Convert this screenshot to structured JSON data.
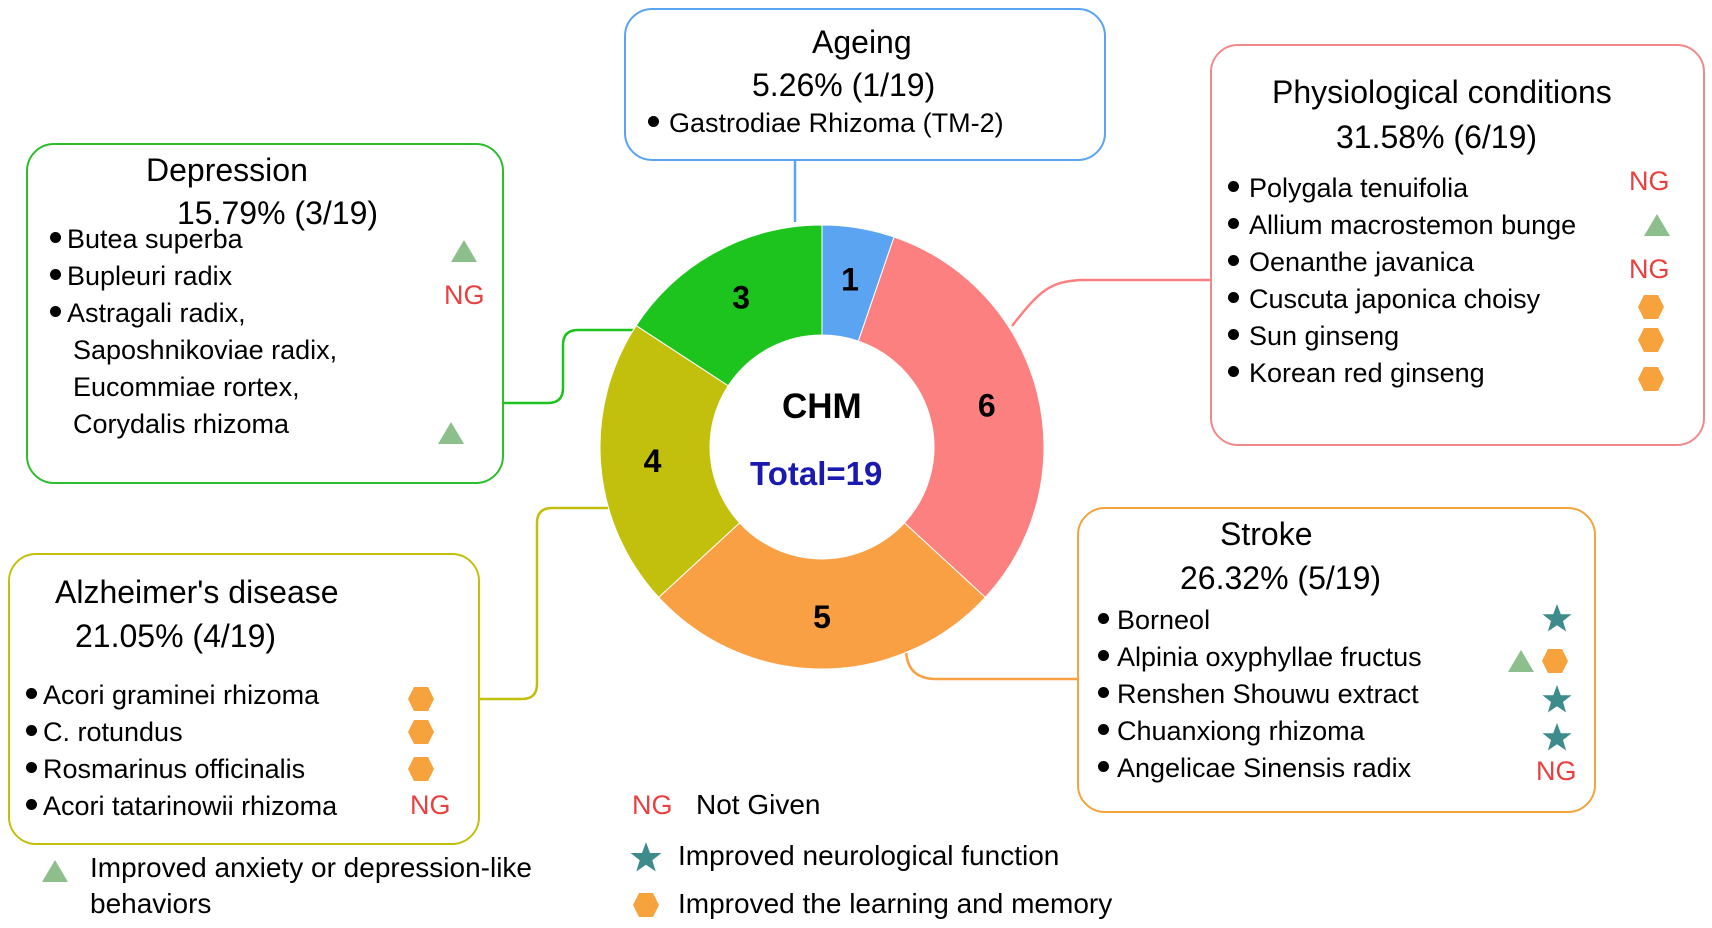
{
  "chart_data": {
    "type": "pie",
    "title": "CHM",
    "subtitle": "Total=19",
    "slices": [
      {
        "name": "Ageing",
        "value": 1,
        "color": "#5aa4f2"
      },
      {
        "name": "Physiological conditions",
        "value": 6,
        "color": "#fc8080"
      },
      {
        "name": "Stroke",
        "value": 5,
        "color": "#f9a044"
      },
      {
        "name": "Alzheimer's disease",
        "value": 4,
        "color": "#c2c00d"
      },
      {
        "name": "Depression",
        "value": 3,
        "color": "#1ec41e"
      }
    ],
    "donut": true
  },
  "colors": {
    "ng": "#e83f3f",
    "triangle": "#8dbf8d",
    "hexagon": "#f6a23d",
    "star": "#3d8b8b",
    "total_text": "#1a1ab0"
  },
  "boxes": {
    "ageing": {
      "title": "Ageing",
      "percent": "5.26% (1/19)",
      "items": [
        "Gastrodiae Rhizoma (TM-2)"
      ]
    },
    "physiological": {
      "title": "Physiological conditions",
      "percent": "31.58% (6/19)",
      "items": [
        "Polygala tenuifolia",
        "Allium macrostemon bunge",
        "Oenanthe javanica",
        "Cuscuta japonica choisy",
        "Sun ginseng",
        "Korean red ginseng"
      ]
    },
    "depression": {
      "title": "Depression",
      "percent": "15.79% (3/19)",
      "items": [
        "Butea superba",
        "Bupleuri radix",
        "Astragali radix,"
      ],
      "extra_lines": [
        "Saposhnikoviae radix,",
        "Eucommiae rortex,",
        "Corydalis rhizoma"
      ]
    },
    "alzheimers": {
      "title": "Alzheimer's disease",
      "percent": "21.05% (4/19)",
      "items": [
        "Acori graminei rhizoma",
        "C. rotundus",
        "Rosmarinus officinalis",
        "Acori tatarinowii rhizoma"
      ]
    },
    "stroke": {
      "title": "Stroke",
      "percent": "26.32% (5/19)",
      "items": [
        "Borneol",
        "Alpinia oxyphyllae fructus",
        "Renshen Shouwu extract",
        "Chuanxiong rhizoma",
        "Angelicae Sinensis radix"
      ]
    }
  },
  "markers": {
    "ng": "NG"
  },
  "legend": {
    "ng_label": "Not Given",
    "star_label": "Improved   neurological function",
    "hexagon_label": "Improved   the learning and memory",
    "triangle_label_1": "Improved  anxiety or depression-like",
    "triangle_label_2": "behaviors"
  }
}
